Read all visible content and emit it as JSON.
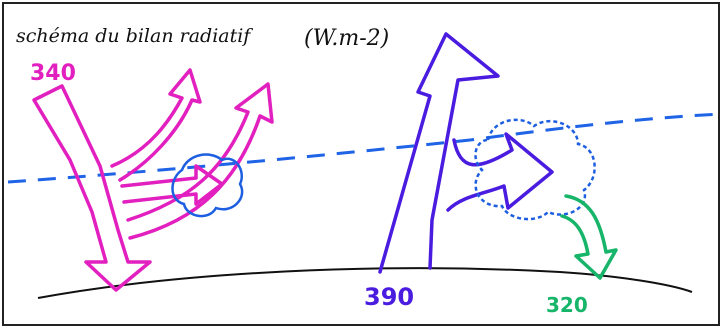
{
  "title": "schéma du bilan radiatif",
  "unit": "(W.m-2)",
  "labels": {
    "solar_in": "340",
    "surface_emission": "390",
    "atmosphere_emission": "320"
  },
  "colors": {
    "solar": "#e21fbf",
    "surface_ir": "#4a1ce0",
    "atmosphere_ir": "#17b56a",
    "atmosphere_line": "#1f63e6",
    "cloud": "#1d5fe0",
    "ground": "#111111",
    "frame": "#222222"
  }
}
